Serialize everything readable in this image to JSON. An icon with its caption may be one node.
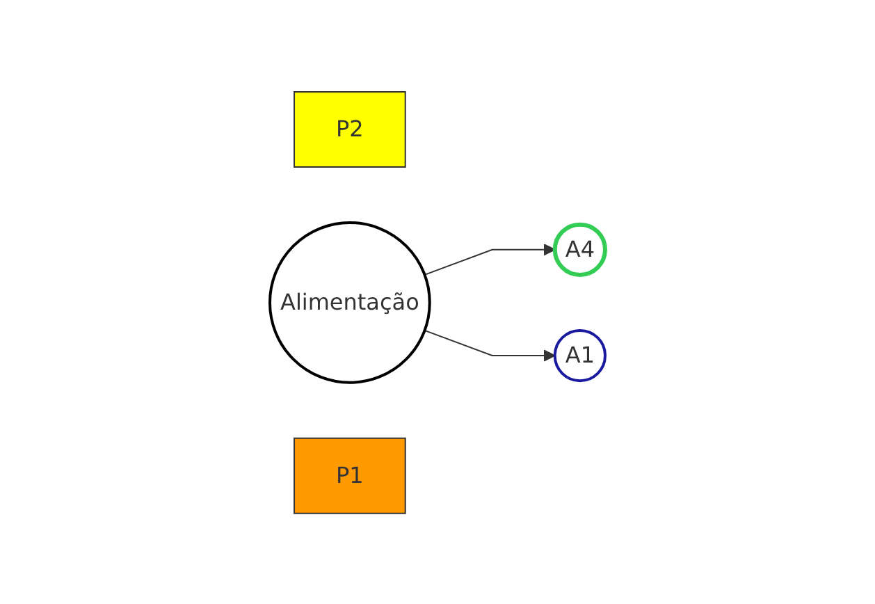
{
  "diagram": {
    "nodes": [
      {
        "text": [
          "P2"
        ]
      },
      {
        "text": [
          "A4"
        ]
      },
      {
        "text": [
          "Alimentação"
        ]
      },
      {
        "text": [
          "P1"
        ]
      },
      {
        "text": [
          "A1"
        ]
      }
    ],
    "edges": [
      {
        "from": 2,
        "to": 1,
        "arrow": "to"
      },
      {
        "from": 2,
        "to": 4,
        "arrow": "to"
      }
    ]
  }
}
